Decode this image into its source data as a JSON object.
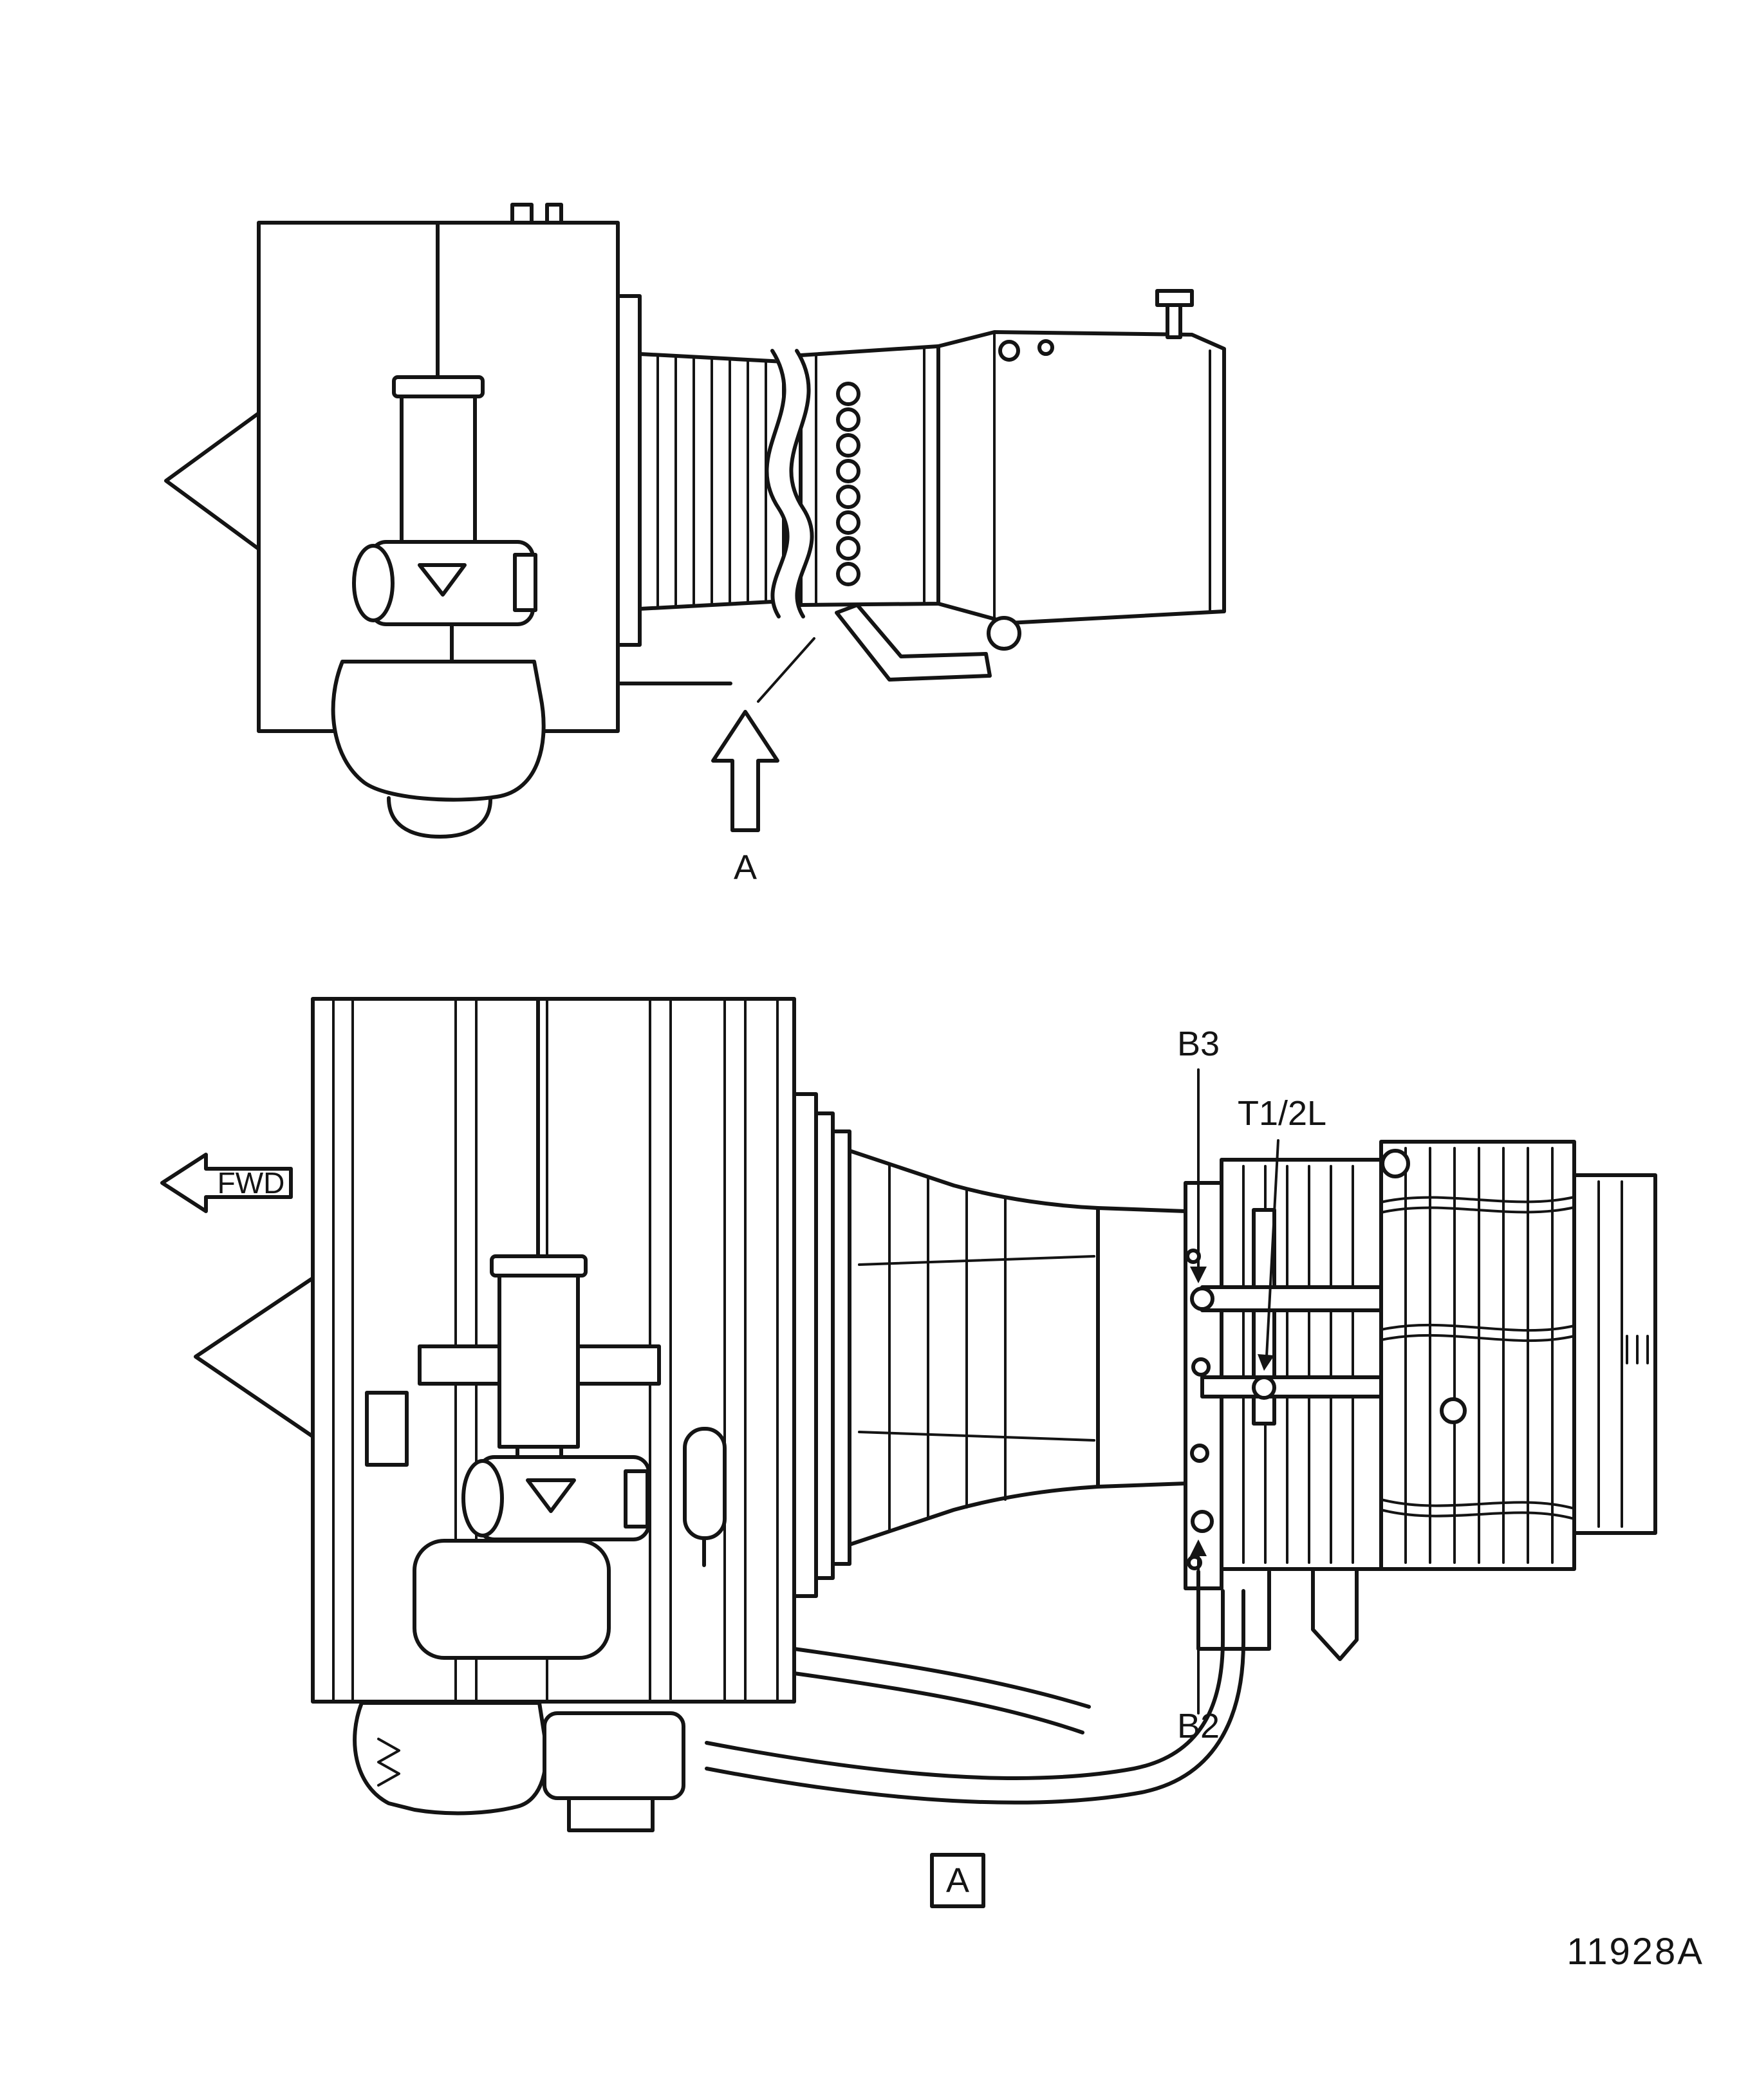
{
  "figure": {
    "background_color": "#ffffff",
    "line_color": "#141414",
    "figure_number": "11928A",
    "overview_view": {
      "view_arrow_label": "A"
    },
    "detail_view": {
      "fwd_arrow_label": "FWD",
      "detail_frame_label": "A",
      "callouts": {
        "b3": "B3",
        "t1_2l": "T1/2L",
        "b2": "B2"
      }
    }
  }
}
